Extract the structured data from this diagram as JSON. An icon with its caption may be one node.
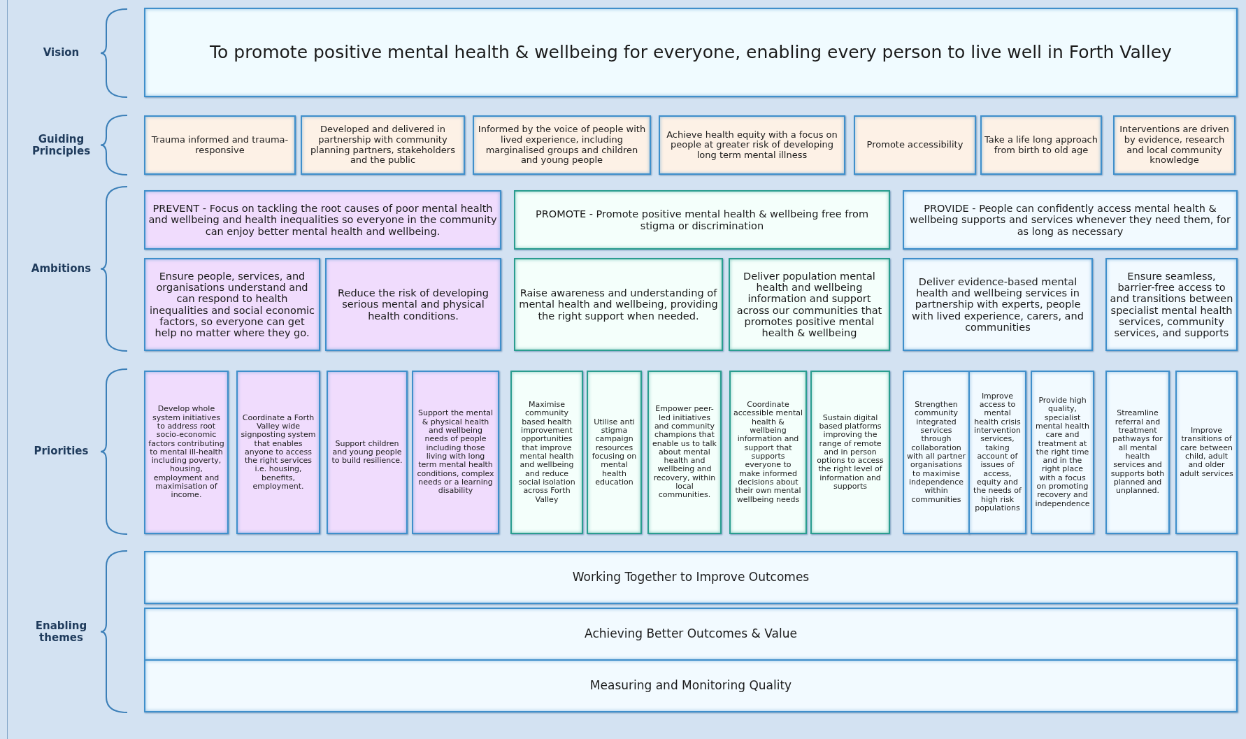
{
  "diagram": {
    "nodes": [
      {
        "text": [
          "To promote positive mental health & wellbeing for everyone, enabling every person to live well in Forth Valley"
        ]
      },
      {
        "text": [
          "Trauma informed and trauma-responsive"
        ]
      },
      {
        "text": [
          "Developed and delivered in partnership with community planning partners, stakeholders and the public"
        ]
      },
      {
        "text": [
          "Informed by the voice of people with lived experience, including marginalised groups and children and young people"
        ]
      },
      {
        "text": [
          "Achieve health equity with a focus on people at greater risk of developing long term mental illness"
        ]
      },
      {
        "text": [
          "Promote accessibility"
        ]
      },
      {
        "text": [
          "Take a life long approach from birth to old age"
        ]
      },
      {
        "text": [
          "Interventions are driven by evidence, research and local community knowledge"
        ]
      },
      {
        "text": [
          "PREVENT - Focus on tackling the root causes of poor mental health and wellbeing and health inequalities so everyone in the community can enjoy better mental health and wellbeing."
        ]
      },
      {
        "text": [
          "PROMOTE - Promote positive mental health & wellbeing free from stigma or discrimination"
        ]
      },
      {
        "text": [
          "PROVIDE - People can confidently access mental health & wellbeing supports and services whenever they need them, for as long as necessary"
        ]
      },
      {
        "text": [
          "Ensure people, services, and organisations understand and can respond to health inequalities and social economic factors, so everyone can get help no matter where they go."
        ]
      },
      {
        "text": [
          "Reduce the risk of developing serious mental and physical health conditions."
        ]
      },
      {
        "text": [
          "Raise awareness and understanding of mental health and wellbeing, providing the right support when needed."
        ]
      },
      {
        "text": [
          "Deliver population mental health and wellbeing information and support across our communities that promotes positive mental health & wellbeing"
        ]
      },
      {
        "text": [
          "Deliver evidence-based mental health and wellbeing services in partnership with experts, people with lived experience, carers, and communities"
        ]
      },
      {
        "text": [
          "Ensure seamless, barrier-free access to and transitions between specialist mental health services, community services, and supports"
        ]
      },
      {
        "text": [
          "Develop whole system initiatives to address root socio-economic factors contributing to mental ill-health including poverty, housing, employment and maximisation of income."
        ]
      },
      {
        "text": [
          "Coordinate a Forth Valley wide signposting system that enables anyone to access the right services i.e. housing, benefits, employment."
        ]
      },
      {
        "text": [
          "Support children and young people to build resilience."
        ]
      },
      {
        "text": [
          "Support the mental & physical health and wellbeing needs of people including those living with long term mental health conditions, complex needs or a learning disability"
        ]
      },
      {
        "text": [
          "Maximise community based health improvement opportunities that improve mental health and wellbeing and reduce social isolation across Forth Valley"
        ]
      },
      {
        "text": [
          "Utilise anti stigma campaign resources focusing on mental health education"
        ]
      },
      {
        "text": [
          "Empower peer-led initiatives and community champions that enable us to talk about mental health and wellbeing and recovery, within local communities."
        ]
      },
      {
        "text": [
          "Coordinate accessible mental health & wellbeing information and support that supports everyone to make informed decisions about their own mental wellbeing needs"
        ]
      },
      {
        "text": [
          "Sustain digital based platforms improving the range of remote and in person options to access the right level of information and supports"
        ]
      },
      {
        "text": [
          "Strengthen community integrated services through collaboration with all partner organisations to maximise independence within communities"
        ]
      },
      {
        "text": [
          "Improve access to mental health crisis intervention services, taking account of issues of access, equity and the needs of high risk populations"
        ]
      },
      {
        "text": [
          "Provide high quality, specialist mental health care and treatment at the right time and in the right place with a focus on promoting recovery and independence"
        ]
      },
      {
        "text": [
          "Streamline referral and treatment pathways for all mental health services and supports both planned and unplanned."
        ]
      },
      {
        "text": [
          "Improve transitions of care between child, adult and older adult services"
        ]
      },
      {
        "text": [
          "Working Together to Improve Outcomes"
        ]
      },
      {
        "text": [
          "Achieving Better Outcomes & Value"
        ]
      },
      {
        "text": [
          "Measuring and Monitoring Quality"
        ]
      }
    ],
    "labels": [
      "Vision",
      "Guiding Principles",
      "Ambitions",
      "Priorities",
      "Enabling themes"
    ]
  }
}
